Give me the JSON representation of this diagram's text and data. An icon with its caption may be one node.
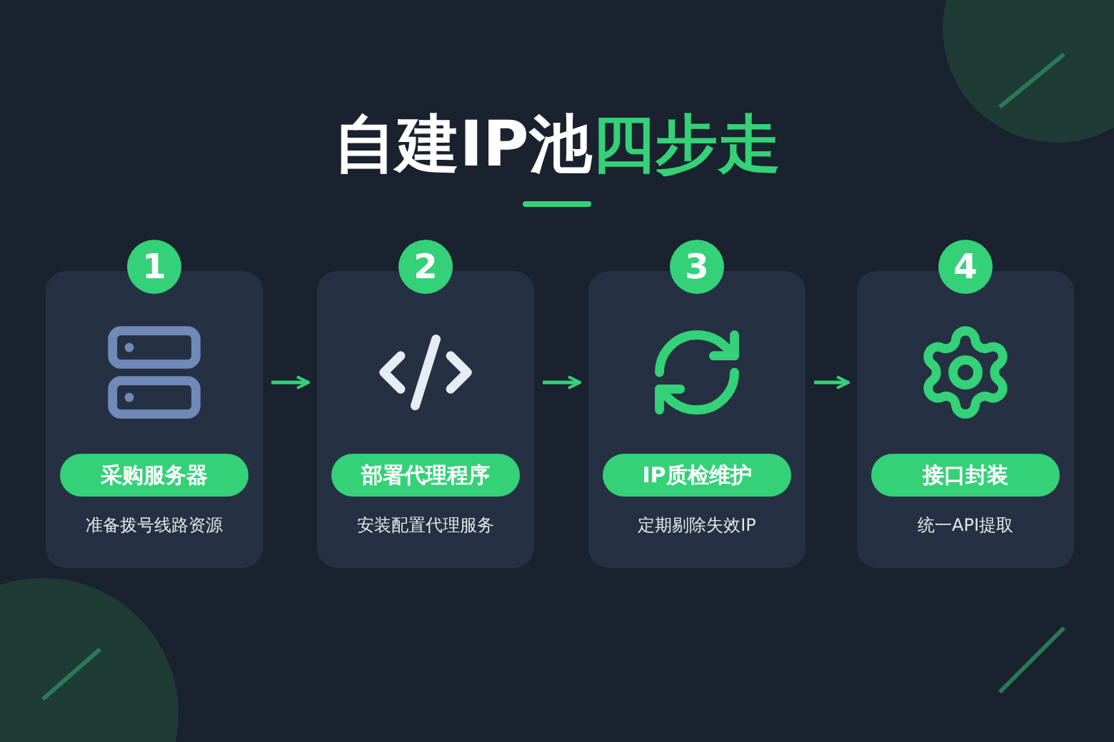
{
  "diagram": {
    "title": "自建IP池**四步走**",
    "nodes": [
      {
        "text": [
          "1",
          "采购服务器",
          "准备拨号线路资源"
        ]
      },
      {
        "text": [
          "2",
          "部署代理程序",
          "安装配置代理服务"
        ]
      },
      {
        "text": [
          "3",
          "IP质检维护",
          "定期剔除失效IP"
        ]
      },
      {
        "text": [
          "4",
          "接口封装",
          "统一API提取"
        ]
      }
    ],
    "edges": [
      {
        "from": 0,
        "to": 1,
        "arrow": "to"
      },
      {
        "from": 1,
        "to": 2,
        "arrow": "to"
      },
      {
        "from": 2,
        "to": 3,
        "arrow": "to"
      }
    ]
  }
}
